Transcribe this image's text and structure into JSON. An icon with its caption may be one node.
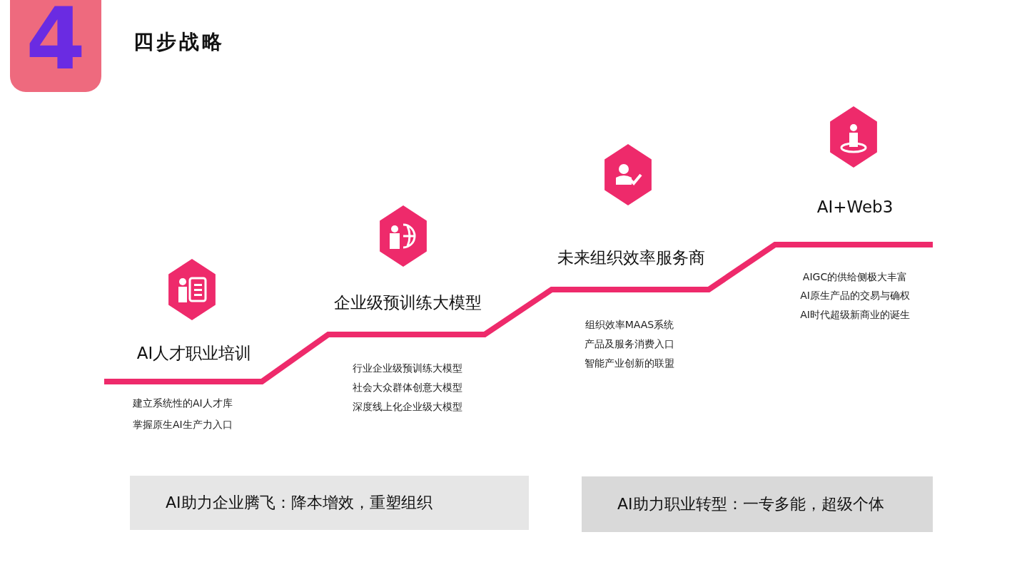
{
  "diagram": {
    "title": "四步战略",
    "nodes": [
      {
        "text": [
          "AI助力企业腾飞：降本增效，重塑组织"
        ]
      },
      {
        "text": [
          "AI助力职业转型：一专多能，超级个体"
        ]
      }
    ],
    "labels": [
      "4",
      "AI人才职业培训",
      "建立系统性的AI人才库",
      "掌握原生AI生产力入口",
      "企业级预训练大模型",
      "行业企业级预训练大模型",
      "社会大众群体创意大模型",
      "深度线上化企业级大模型",
      "未来组织效率服务商",
      "组织效率MAAS系统",
      "产品及服务消费入口",
      "智能产业创新的联盟",
      "AI+Web3",
      "AIGC的供给侧极大丰富",
      "AI原生产品的交易与确权",
      "AI时代超级新商业的诞生"
    ]
  }
}
